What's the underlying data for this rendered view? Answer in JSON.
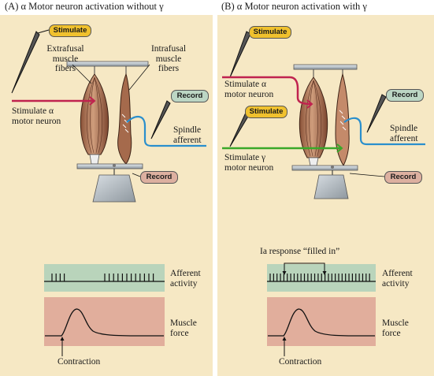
{
  "colors": {
    "panel_bg": "#f6e8c4",
    "trace_green": "#b9d4bb",
    "trace_pink": "#e1ae9c",
    "stimulate_badge": "#f0c12e",
    "record_green_badge": "#bcd6c4",
    "record_pink_badge": "#ddb0a0",
    "alpha_axon": "#c0234f",
    "gamma_axon": "#3aa829",
    "spindle_afferent": "#2a8fcd",
    "muscle": "#b77f5e"
  },
  "panel_a": {
    "title": "(A)   α Motor neuron activation without γ",
    "stimulate_badge": "Stimulate",
    "extrafusal_label": "Extrafusal\nmuscle\nfibers",
    "intrafusal_label": "Intrafusal\nmuscle\nfibers",
    "record_badge_top": "Record",
    "record_badge_bottom": "Record",
    "stim_alpha_label": "Stimulate α\nmotor neuron",
    "spindle_label": "Spindle\nafferent",
    "afferent_label": "Afferent\nactivity",
    "force_label": "Muscle\nforce",
    "contraction_label": "Contraction",
    "afferent_spikes": {
      "group_1_count": 4,
      "group_2_count": 12,
      "silent_gap": true
    }
  },
  "panel_b": {
    "title": "(B)   α Motor neuron activation with γ",
    "stimulate_badge_top": "Stimulate",
    "stimulate_badge_mid": "Stimulate",
    "stim_alpha_label": "Stimulate α\nmotor neuron",
    "stim_gamma_label": "Stimulate γ\nmotor neuron",
    "record_badge_top": "Record",
    "record_badge_bottom": "Record",
    "spindle_label": "Spindle\nafferent",
    "ia_label": "Ia response “filled in”",
    "afferent_label": "Afferent\nactivity",
    "force_label": "Muscle\nforce",
    "contraction_label": "Contraction",
    "afferent_spikes": {
      "group_1_count": 30,
      "silent_gap": false
    }
  }
}
